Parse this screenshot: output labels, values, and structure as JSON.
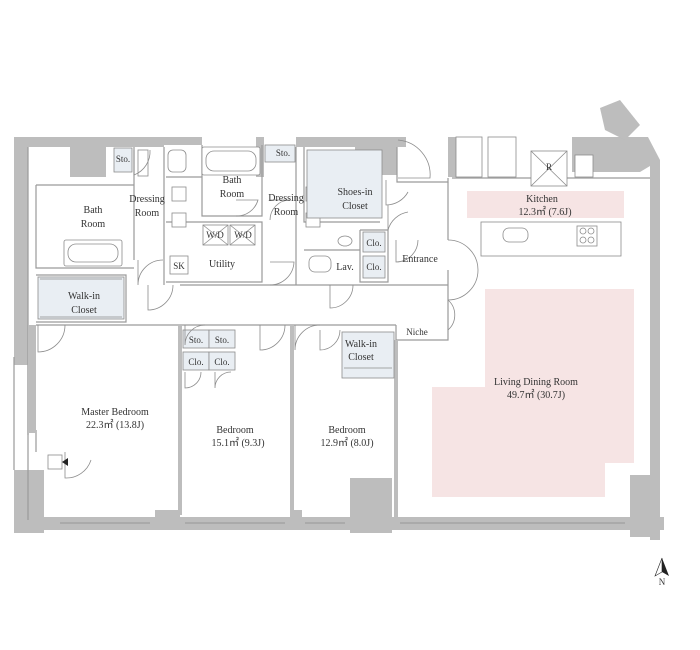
{
  "rooms": {
    "kitchen": {
      "name": "Kitchen",
      "area": "12.3㎡ (7.6J)"
    },
    "living": {
      "name": "Living Dining Room",
      "area": "49.7㎡ (30.7J)"
    },
    "master": {
      "name": "Master Bedroom",
      "area": "22.3㎡ (13.8J)"
    },
    "bedroom2": {
      "name": "Bedroom",
      "area": "15.1㎡ (9.3J)"
    },
    "bedroom3": {
      "name": "Bedroom",
      "area": "12.9㎡ (8.0J)"
    },
    "bath1": {
      "line1": "Bath",
      "line2": "Room"
    },
    "bath2": {
      "line1": "Bath",
      "line2": "Room"
    },
    "dressing1": {
      "line1": "Dressing",
      "line2": "Room"
    },
    "dressing2": {
      "line1": "Dressing",
      "line2": "Room"
    },
    "shoes": {
      "line1": "Shoes-in",
      "line2": "Closet"
    },
    "walkin1": {
      "line1": "Walk-in",
      "line2": "Closet"
    },
    "walkin2": {
      "line1": "Walk-in",
      "line2": "Closet"
    },
    "utility": "Utility",
    "entrance": "Entrance",
    "lav": "Lav.",
    "niche": "Niche",
    "sk": "SK",
    "wd1": "W/D",
    "wd2": "W/D",
    "sto_bath1": "Sto.",
    "sto_bath2": "Sto.",
    "sto_a": "Sto.",
    "sto_b": "Sto.",
    "clo_a": "Clo.",
    "clo_b": "Clo.",
    "clo_e1": "Clo.",
    "clo_e2": "Clo.",
    "r_mark": "R"
  },
  "compass": {
    "label": "N"
  }
}
